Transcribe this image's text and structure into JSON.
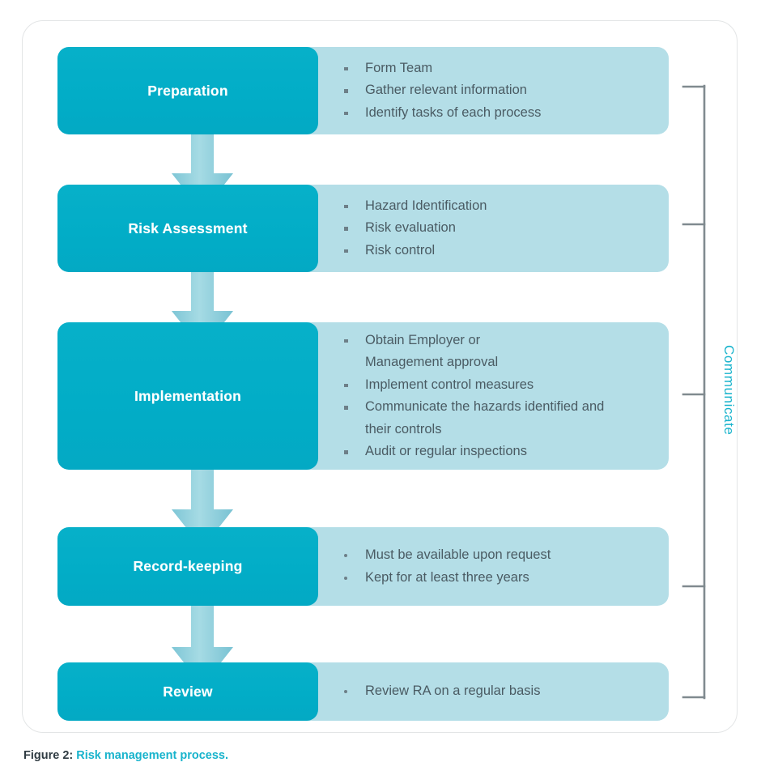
{
  "figure": {
    "caption_prefix": "Figure 2:",
    "caption_text": "Risk management process.",
    "side_label": "Communicate"
  },
  "colors": {
    "stage_teal": "#03adc7",
    "detail_panel": "#b4dee7",
    "arrow": "#8fd0dc",
    "accent_text": "#17b3cc",
    "bracket": "#808a8f",
    "bullet_text": "#4a5b63",
    "card_border": "#e3e5e6"
  },
  "rows": [
    {
      "id": "preparation",
      "label": "Preparation",
      "bullets": [
        "Form Team",
        "Gather relevant information",
        "Identify tasks of each process"
      ]
    },
    {
      "id": "risk-assessment",
      "label": "Risk Assessment",
      "bullets": [
        "Hazard Identification",
        "Risk evaluation",
        "Risk control"
      ]
    },
    {
      "id": "implementation",
      "label": "Implementation",
      "bullets": [
        "Obtain Employer or\nManagement approval",
        "Implement control measures",
        "Communicate the hazards identified and\ntheir controls",
        "Audit or regular inspections"
      ]
    },
    {
      "id": "record-keeping",
      "label": "Record-keeping",
      "bullets": [
        "Must be available upon request",
        "Kept for at least three years"
      ]
    },
    {
      "id": "review",
      "label": "Review",
      "bullets": [
        "Review RA on a regular basis"
      ]
    }
  ]
}
